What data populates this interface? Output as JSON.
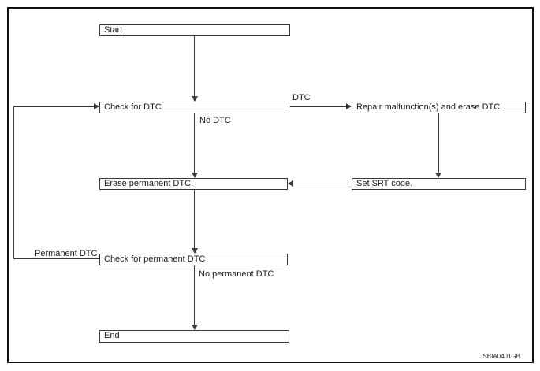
{
  "flowchart": {
    "nodes": {
      "start": {
        "label": "Start"
      },
      "check_dtc": {
        "label": "Check for DTC"
      },
      "repair": {
        "label": "Repair malfunction(s) and erase DTC."
      },
      "erase_permanent": {
        "label": "Erase permanent DTC."
      },
      "set_srt": {
        "label": "Set SRT code."
      },
      "check_permanent": {
        "label": "Check for permanent DTC"
      },
      "end": {
        "label": "End"
      }
    },
    "edge_labels": {
      "dtc": "DTC",
      "no_dtc": "No DTC",
      "permanent_dtc": "Permanent DTC",
      "no_permanent_dtc": "No permanent DTC"
    },
    "watermark": "JSBIA0401GB",
    "colors": {
      "background": "#ffffff",
      "frame_border": "#111111",
      "line": "#3a3a3a",
      "text": "#1a1a1a"
    }
  }
}
